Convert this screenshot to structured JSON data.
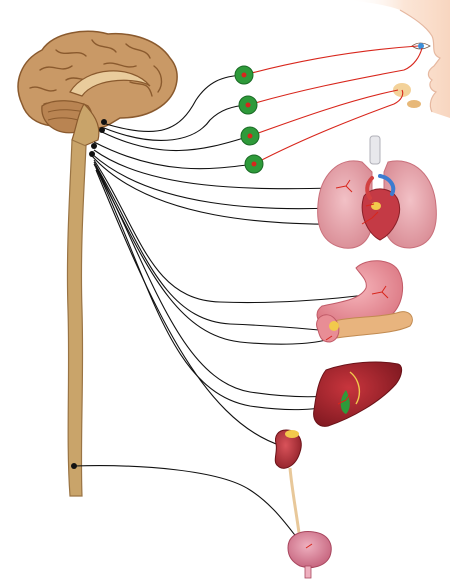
{
  "diagram": {
    "structures": [
      {
        "name": "brain"
      },
      {
        "name": "brainstem"
      },
      {
        "name": "spinal-cord"
      },
      {
        "name": "eye"
      },
      {
        "name": "salivary-gland"
      },
      {
        "name": "ganglion"
      },
      {
        "name": "lungs"
      },
      {
        "name": "heart"
      },
      {
        "name": "stomach"
      },
      {
        "name": "pancreas"
      },
      {
        "name": "liver"
      },
      {
        "name": "kidney"
      },
      {
        "name": "bladder"
      }
    ],
    "colors": {
      "brain": "#c99966",
      "brain_dark": "#8a5a2e",
      "cord": "#c9a46a",
      "preganglionic_nerve": "#111111",
      "postganglionic_nerve": "#d8261c",
      "ganglion": "#2e9a3a",
      "lung": "#e9a7ae",
      "liver": "#a8242c",
      "stomach": "#e88d95",
      "pancreas": "#e8b47e",
      "kidney": "#b8313a",
      "bladder": "#d97c92",
      "face": "#fbe3d2"
    },
    "ganglion_count": 4
  }
}
